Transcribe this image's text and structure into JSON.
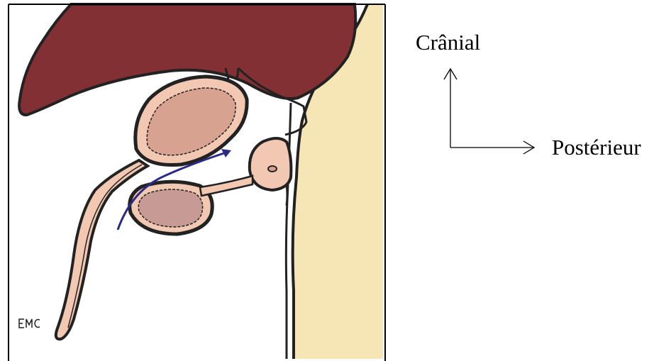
{
  "figure": {
    "watermark": "EMC",
    "colors": {
      "liver": "#823033",
      "organ_fill": "#f2c8b2",
      "organ_inner": "#d8a290",
      "lumen_fill": "#c79a95",
      "spine": "#f7e6b5",
      "outline": "#222222",
      "arrow": "#2b2a86",
      "frame": "#000000"
    }
  },
  "orientation": {
    "cranial_label": "Crânial",
    "posterior_label": "Postérieur"
  }
}
